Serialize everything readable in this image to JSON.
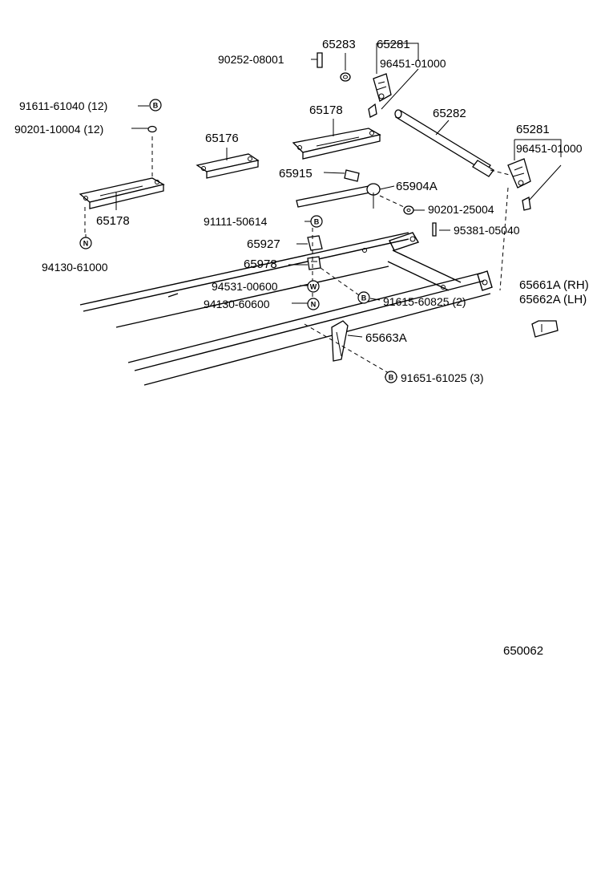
{
  "labels": {
    "p65283": "65283",
    "p65281_top": "65281",
    "p90252": "90252-08001",
    "p96451_top": "96451-01000",
    "p91611": "91611-61040 (12)",
    "p90201_10004": "90201-10004 (12)",
    "p65178_top": "65178",
    "p65282": "65282",
    "p65176": "65176",
    "p65281_right": "65281",
    "p96451_right": "96451-01000",
    "p65178_left": "65178",
    "p65915": "65915",
    "p65904A": "65904A",
    "p90201_25004": "90201-25004",
    "p91111": "91111-50614",
    "p95381": "95381-05040",
    "p94130_61000": "94130-61000",
    "p65927": "65927",
    "p65978": "65978",
    "p65661A": "65661A (RH)",
    "p65662A": "65662A (LH)",
    "p94531": "94531-00600",
    "p94130_60600": "94130-60600",
    "p91615": "91615-60825 (2)",
    "p65663A": "65663A",
    "p91651": "91651-61025 (3)",
    "diagram_code": "650062"
  },
  "symbols": {
    "bolt": "B",
    "nut": "N",
    "washer": "W"
  }
}
